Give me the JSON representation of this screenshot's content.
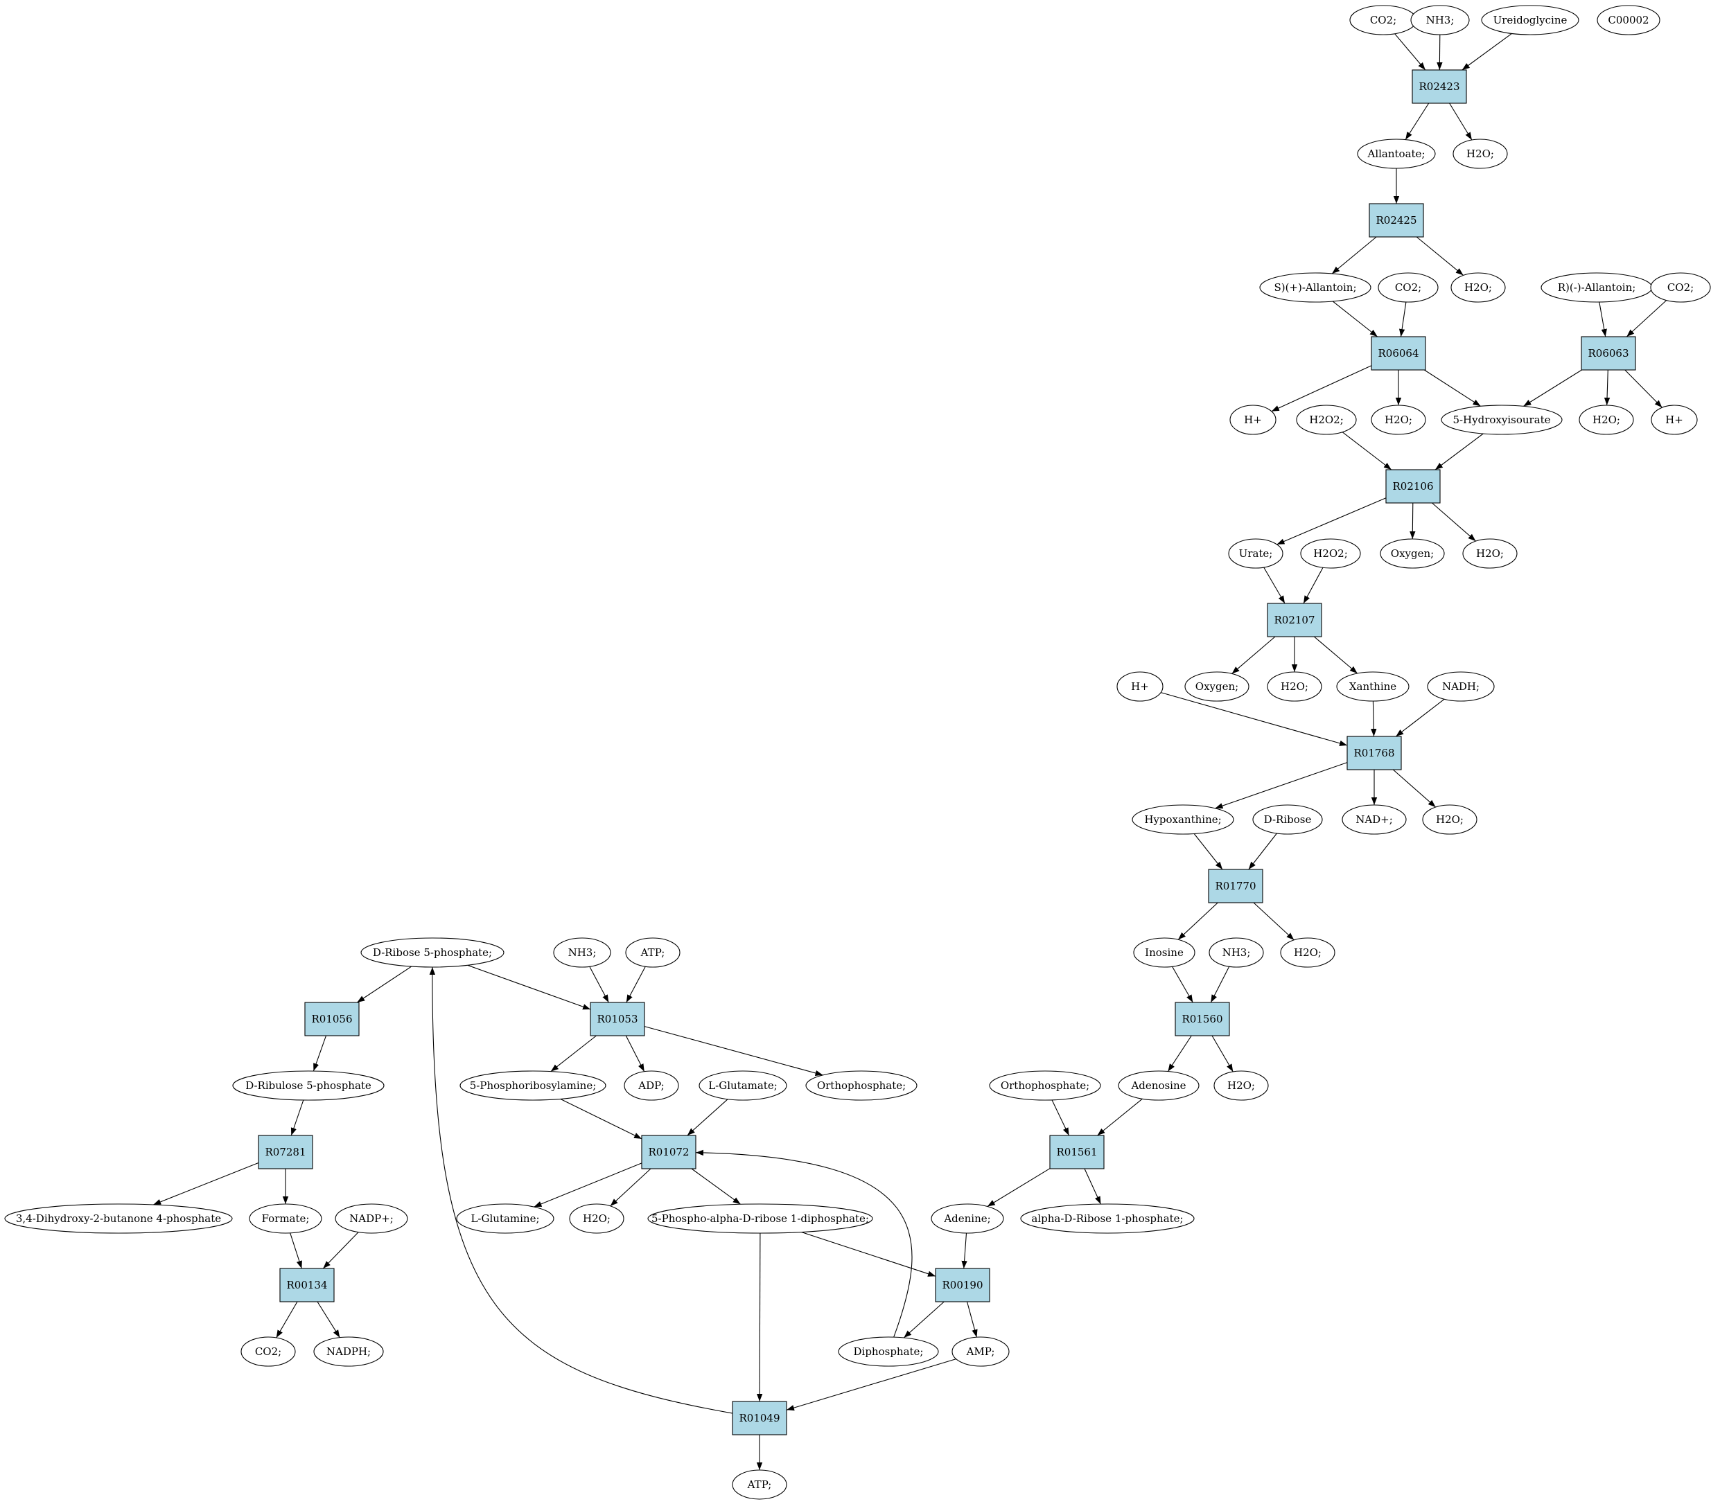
{
  "graph": {
    "colors": {
      "reaction_fill": "#add8e6",
      "compound_fill": "#ffffff",
      "start_compound_fill": "#00ff00",
      "highlight_compound_fill": "#ffff00",
      "stroke": "#000000"
    },
    "nodes": [
      {
        "id": "c_co2_1",
        "kind": "compound",
        "label": "CO2;"
      },
      {
        "id": "c_nh3_1",
        "kind": "compound",
        "label": "NH3;"
      },
      {
        "id": "c_ureidoglycine",
        "kind": "compound",
        "label": "Ureidoglycine"
      },
      {
        "id": "c_c00002",
        "kind": "compound",
        "label": "C00002",
        "fill": "#ffff00"
      },
      {
        "id": "r_R02423",
        "kind": "reaction",
        "label": "R02423"
      },
      {
        "id": "c_allantoate",
        "kind": "compound",
        "label": "Allantoate;"
      },
      {
        "id": "c_h2o_1",
        "kind": "compound",
        "label": "H2O;"
      },
      {
        "id": "r_R02425",
        "kind": "reaction",
        "label": "R02425"
      },
      {
        "id": "c_s_allantoin",
        "kind": "compound",
        "label": "S)(+)-Allantoin;"
      },
      {
        "id": "c_co2_2",
        "kind": "compound",
        "label": "CO2;"
      },
      {
        "id": "c_h2o_2",
        "kind": "compound",
        "label": "H2O;"
      },
      {
        "id": "c_r_allantoin",
        "kind": "compound",
        "label": "R)(-)-Allantoin;"
      },
      {
        "id": "c_co2_3",
        "kind": "compound",
        "label": "CO2;"
      },
      {
        "id": "r_R06064",
        "kind": "reaction",
        "label": "R06064"
      },
      {
        "id": "r_R06063",
        "kind": "reaction",
        "label": "R06063"
      },
      {
        "id": "c_hplus_1",
        "kind": "compound",
        "label": "H+"
      },
      {
        "id": "c_h2o2_1",
        "kind": "compound",
        "label": "H2O2;"
      },
      {
        "id": "c_h2o_3",
        "kind": "compound",
        "label": "H2O;"
      },
      {
        "id": "c_hydroxyisourate",
        "kind": "compound",
        "label": "5-Hydroxyisourate"
      },
      {
        "id": "c_h2o_4",
        "kind": "compound",
        "label": "H2O;"
      },
      {
        "id": "c_hplus_2",
        "kind": "compound",
        "label": "H+"
      },
      {
        "id": "r_R02106",
        "kind": "reaction",
        "label": "R02106"
      },
      {
        "id": "c_urate",
        "kind": "compound",
        "label": "Urate;"
      },
      {
        "id": "c_h2o2_2",
        "kind": "compound",
        "label": "H2O2;"
      },
      {
        "id": "c_oxygen_1",
        "kind": "compound",
        "label": "Oxygen;"
      },
      {
        "id": "c_h2o_5",
        "kind": "compound",
        "label": "H2O;"
      },
      {
        "id": "r_R02107",
        "kind": "reaction",
        "label": "R02107"
      },
      {
        "id": "c_hplus_3",
        "kind": "compound",
        "label": "H+"
      },
      {
        "id": "c_oxygen_2",
        "kind": "compound",
        "label": "Oxygen;"
      },
      {
        "id": "c_h2o_6",
        "kind": "compound",
        "label": "H2O;"
      },
      {
        "id": "c_xanthine",
        "kind": "compound",
        "label": "Xanthine"
      },
      {
        "id": "c_nadh",
        "kind": "compound",
        "label": "NADH;"
      },
      {
        "id": "r_R01768",
        "kind": "reaction",
        "label": "R01768"
      },
      {
        "id": "c_hypoxanthine",
        "kind": "compound",
        "label": "Hypoxanthine;"
      },
      {
        "id": "c_d_ribose",
        "kind": "compound",
        "label": "D-Ribose"
      },
      {
        "id": "c_nadplus",
        "kind": "compound",
        "label": "NAD+;"
      },
      {
        "id": "c_h2o_7",
        "kind": "compound",
        "label": "H2O;"
      },
      {
        "id": "r_R01770",
        "kind": "reaction",
        "label": "R01770"
      },
      {
        "id": "c_inosine",
        "kind": "compound",
        "label": "Inosine"
      },
      {
        "id": "c_nh3_2",
        "kind": "compound",
        "label": "NH3;"
      },
      {
        "id": "c_h2o_8",
        "kind": "compound",
        "label": "H2O;"
      },
      {
        "id": "r_R01560",
        "kind": "reaction",
        "label": "R01560"
      },
      {
        "id": "c_d_ribose5p",
        "kind": "compound",
        "label": "D-Ribose 5-phosphate;",
        "fill": "#00ff00"
      },
      {
        "id": "c_nh3_3",
        "kind": "compound",
        "label": "NH3;"
      },
      {
        "id": "c_atp_1",
        "kind": "compound",
        "label": "ATP;"
      },
      {
        "id": "r_R01056",
        "kind": "reaction",
        "label": "R01056"
      },
      {
        "id": "r_R01053",
        "kind": "reaction",
        "label": "R01053"
      },
      {
        "id": "c_d_ribulose5p",
        "kind": "compound",
        "label": "D-Ribulose 5-phosphate"
      },
      {
        "id": "c_phosphoribosylamine",
        "kind": "compound",
        "label": "5-Phosphoribosylamine;"
      },
      {
        "id": "c_adp",
        "kind": "compound",
        "label": "ADP;"
      },
      {
        "id": "c_l_glutamate",
        "kind": "compound",
        "label": "L-Glutamate;"
      },
      {
        "id": "c_orthophosphate_1",
        "kind": "compound",
        "label": "Orthophosphate;"
      },
      {
        "id": "c_orthophosphate_2",
        "kind": "compound",
        "label": "Orthophosphate;"
      },
      {
        "id": "c_adenosine",
        "kind": "compound",
        "label": "Adenosine"
      },
      {
        "id": "c_h2o_9",
        "kind": "compound",
        "label": "H2O;"
      },
      {
        "id": "r_R07281",
        "kind": "reaction",
        "label": "R07281"
      },
      {
        "id": "r_R01072",
        "kind": "reaction",
        "label": "R01072"
      },
      {
        "id": "r_R01561",
        "kind": "reaction",
        "label": "R01561"
      },
      {
        "id": "c_dihydroxybutanone",
        "kind": "compound",
        "label": "3,4-Dihydroxy-2-butanone 4-phosphate"
      },
      {
        "id": "c_formate",
        "kind": "compound",
        "label": "Formate;"
      },
      {
        "id": "c_nadpplus",
        "kind": "compound",
        "label": "NADP+;"
      },
      {
        "id": "c_l_glutamine",
        "kind": "compound",
        "label": "L-Glutamine;"
      },
      {
        "id": "c_h2o_10",
        "kind": "compound",
        "label": "H2O;"
      },
      {
        "id": "c_prpp",
        "kind": "compound",
        "label": "5-Phospho-alpha-D-ribose 1-diphosphate;"
      },
      {
        "id": "c_adenine",
        "kind": "compound",
        "label": "Adenine;"
      },
      {
        "id": "c_ribose1p",
        "kind": "compound",
        "label": "alpha-D-Ribose 1-phosphate;"
      },
      {
        "id": "r_R00134",
        "kind": "reaction",
        "label": "R00134"
      },
      {
        "id": "r_R00190",
        "kind": "reaction",
        "label": "R00190"
      },
      {
        "id": "c_co2_4",
        "kind": "compound",
        "label": "CO2;"
      },
      {
        "id": "c_nadph",
        "kind": "compound",
        "label": "NADPH;"
      },
      {
        "id": "c_diphosphate",
        "kind": "compound",
        "label": "Diphosphate;"
      },
      {
        "id": "c_amp",
        "kind": "compound",
        "label": "AMP;"
      },
      {
        "id": "r_R01049",
        "kind": "reaction",
        "label": "R01049"
      },
      {
        "id": "c_atp_2",
        "kind": "compound",
        "label": "ATP;"
      }
    ],
    "edges": [
      {
        "from": "c_co2_1",
        "to": "r_R02423"
      },
      {
        "from": "c_nh3_1",
        "to": "r_R02423"
      },
      {
        "from": "c_ureidoglycine",
        "to": "r_R02423"
      },
      {
        "from": "r_R02423",
        "to": "c_allantoate"
      },
      {
        "from": "r_R02423",
        "to": "c_h2o_1"
      },
      {
        "from": "c_allantoate",
        "to": "r_R02425"
      },
      {
        "from": "r_R02425",
        "to": "c_s_allantoin"
      },
      {
        "from": "r_R02425",
        "to": "c_h2o_2"
      },
      {
        "from": "c_s_allantoin",
        "to": "r_R06064"
      },
      {
        "from": "c_co2_2",
        "to": "r_R06064"
      },
      {
        "from": "c_r_allantoin",
        "to": "r_R06063"
      },
      {
        "from": "c_co2_3",
        "to": "r_R06063"
      },
      {
        "from": "r_R06064",
        "to": "c_hplus_1"
      },
      {
        "from": "r_R06064",
        "to": "c_h2o_3"
      },
      {
        "from": "r_R06064",
        "to": "c_hydroxyisourate"
      },
      {
        "from": "r_R06063",
        "to": "c_hydroxyisourate"
      },
      {
        "from": "r_R06063",
        "to": "c_h2o_4"
      },
      {
        "from": "r_R06063",
        "to": "c_hplus_2"
      },
      {
        "from": "c_h2o2_1",
        "to": "r_R02106"
      },
      {
        "from": "c_hydroxyisourate",
        "to": "r_R02106"
      },
      {
        "from": "r_R02106",
        "to": "c_urate"
      },
      {
        "from": "r_R02106",
        "to": "c_oxygen_1"
      },
      {
        "from": "r_R02106",
        "to": "c_h2o_5"
      },
      {
        "from": "c_urate",
        "to": "r_R02107"
      },
      {
        "from": "c_h2o2_2",
        "to": "r_R02107"
      },
      {
        "from": "r_R02107",
        "to": "c_oxygen_2"
      },
      {
        "from": "r_R02107",
        "to": "c_h2o_6"
      },
      {
        "from": "r_R02107",
        "to": "c_xanthine"
      },
      {
        "from": "c_hplus_3",
        "to": "r_R01768"
      },
      {
        "from": "c_xanthine",
        "to": "r_R01768"
      },
      {
        "from": "c_nadh",
        "to": "r_R01768"
      },
      {
        "from": "r_R01768",
        "to": "c_hypoxanthine"
      },
      {
        "from": "r_R01768",
        "to": "c_nadplus"
      },
      {
        "from": "r_R01768",
        "to": "c_h2o_7"
      },
      {
        "from": "c_hypoxanthine",
        "to": "r_R01770"
      },
      {
        "from": "c_d_ribose",
        "to": "r_R01770"
      },
      {
        "from": "r_R01770",
        "to": "c_inosine"
      },
      {
        "from": "r_R01770",
        "to": "c_h2o_8"
      },
      {
        "from": "c_inosine",
        "to": "r_R01560"
      },
      {
        "from": "c_nh3_2",
        "to": "r_R01560"
      },
      {
        "from": "r_R01560",
        "to": "c_adenosine"
      },
      {
        "from": "r_R01560",
        "to": "c_h2o_9"
      },
      {
        "from": "c_d_ribose5p",
        "to": "r_R01056"
      },
      {
        "from": "c_d_ribose5p",
        "to": "r_R01053"
      },
      {
        "from": "c_nh3_3",
        "to": "r_R01053"
      },
      {
        "from": "c_atp_1",
        "to": "r_R01053"
      },
      {
        "from": "r_R01056",
        "to": "c_d_ribulose5p"
      },
      {
        "from": "r_R01053",
        "to": "c_phosphoribosylamine"
      },
      {
        "from": "r_R01053",
        "to": "c_adp"
      },
      {
        "from": "r_R01053",
        "to": "c_orthophosphate_1"
      },
      {
        "from": "c_d_ribulose5p",
        "to": "r_R07281"
      },
      {
        "from": "c_phosphoribosylamine",
        "to": "r_R01072"
      },
      {
        "from": "c_l_glutamate",
        "to": "r_R01072"
      },
      {
        "from": "c_diphosphate",
        "to": "r_R01072",
        "curve": true
      },
      {
        "from": "c_orthophosphate_2",
        "to": "r_R01561"
      },
      {
        "from": "c_adenosine",
        "to": "r_R01561"
      },
      {
        "from": "r_R07281",
        "to": "c_dihydroxybutanone"
      },
      {
        "from": "r_R07281",
        "to": "c_formate"
      },
      {
        "from": "r_R01072",
        "to": "c_l_glutamine"
      },
      {
        "from": "r_R01072",
        "to": "c_h2o_10"
      },
      {
        "from": "r_R01072",
        "to": "c_prpp"
      },
      {
        "from": "r_R01561",
        "to": "c_adenine"
      },
      {
        "from": "r_R01561",
        "to": "c_ribose1p"
      },
      {
        "from": "c_formate",
        "to": "r_R00134"
      },
      {
        "from": "c_nadpplus",
        "to": "r_R00134"
      },
      {
        "from": "r_R00134",
        "to": "c_co2_4"
      },
      {
        "from": "r_R00134",
        "to": "c_nadph"
      },
      {
        "from": "c_adenine",
        "to": "r_R00190"
      },
      {
        "from": "c_prpp",
        "to": "r_R00190"
      },
      {
        "from": "r_R00190",
        "to": "c_diphosphate"
      },
      {
        "from": "r_R00190",
        "to": "c_amp"
      },
      {
        "from": "c_prpp",
        "to": "r_R01049"
      },
      {
        "from": "c_amp",
        "to": "r_R01049"
      },
      {
        "from": "r_R01049",
        "to": "c_atp_2"
      },
      {
        "from": "r_R01049",
        "to": "c_d_ribose5p",
        "curve": true
      }
    ]
  }
}
